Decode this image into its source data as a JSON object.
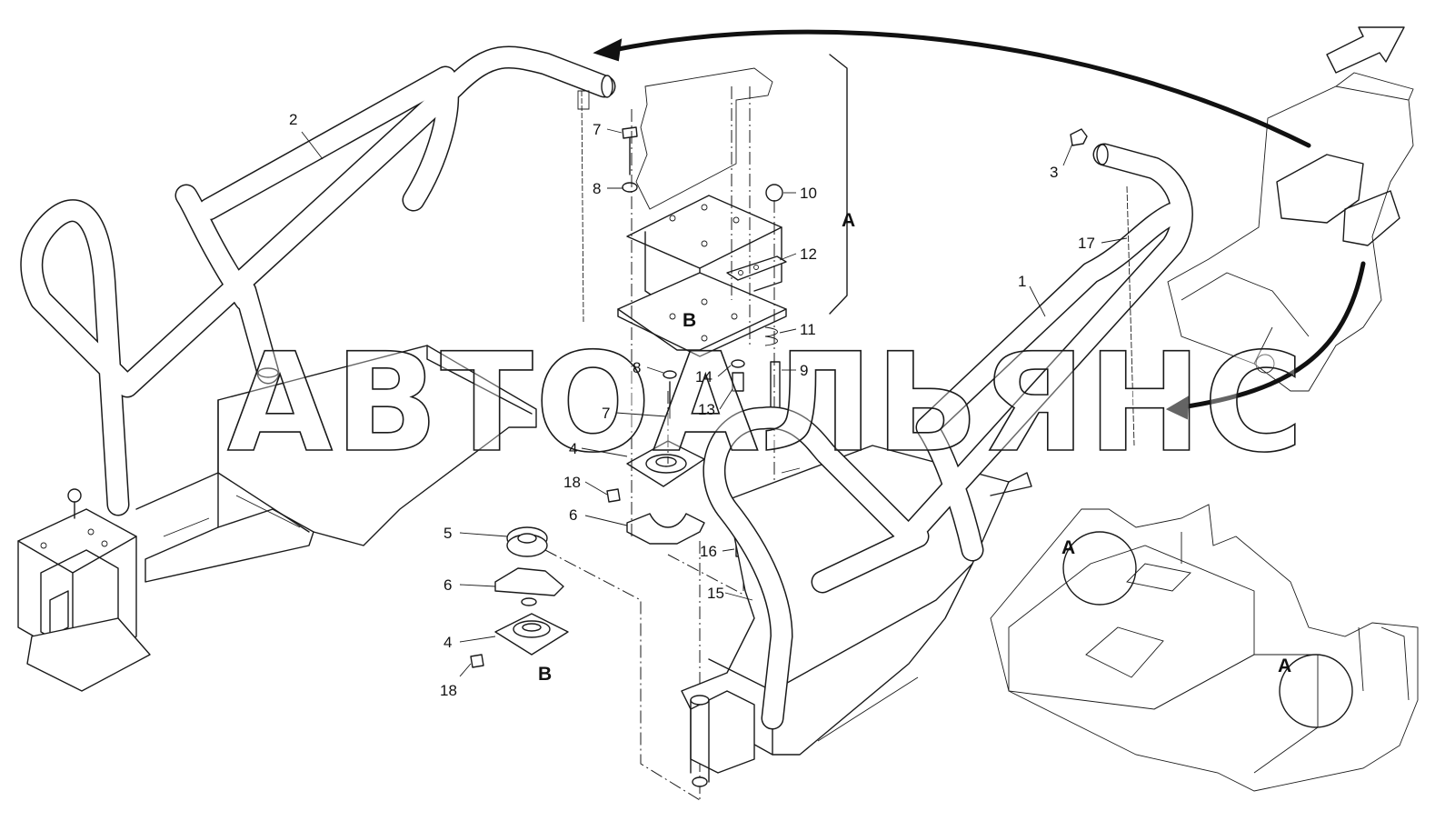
{
  "watermark": "АВТОАЛЬЯНС",
  "view_labels": {
    "detail_a": "A",
    "detail_b": "B"
  },
  "callouts": [
    {
      "id": "c2",
      "text": "2"
    },
    {
      "id": "c7a",
      "text": "7"
    },
    {
      "id": "c8a",
      "text": "8"
    },
    {
      "id": "c10",
      "text": "10"
    },
    {
      "id": "c12",
      "text": "12"
    },
    {
      "id": "c11",
      "text": "11"
    },
    {
      "id": "c8b",
      "text": "8"
    },
    {
      "id": "c14",
      "text": "14"
    },
    {
      "id": "c9",
      "text": "9"
    },
    {
      "id": "c7b",
      "text": "7"
    },
    {
      "id": "c13",
      "text": "13"
    },
    {
      "id": "c4a",
      "text": "4"
    },
    {
      "id": "c18a",
      "text": "18"
    },
    {
      "id": "c6a",
      "text": "6"
    },
    {
      "id": "c5",
      "text": "5"
    },
    {
      "id": "c6b",
      "text": "6"
    },
    {
      "id": "c4b",
      "text": "4"
    },
    {
      "id": "c18b",
      "text": "18"
    },
    {
      "id": "c16",
      "text": "16"
    },
    {
      "id": "c15",
      "text": "15"
    },
    {
      "id": "c3",
      "text": "3"
    },
    {
      "id": "c17",
      "text": "17"
    },
    {
      "id": "c1",
      "text": "1"
    }
  ]
}
